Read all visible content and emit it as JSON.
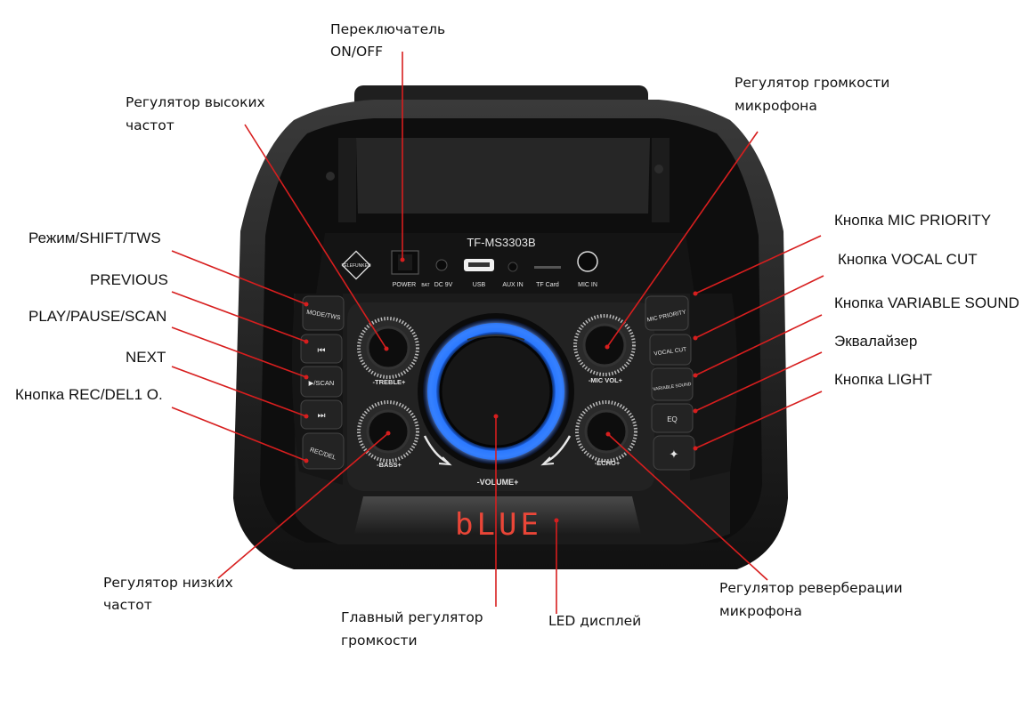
{
  "colors": {
    "leader": "#d71e1e",
    "ring": "#1e6cff",
    "led": "#ff3b3b",
    "body": "#1a1a1a"
  },
  "device": {
    "model": "TF-MS3303B",
    "brand_logo": "TELE FUN KEN",
    "top_panel": {
      "power": "POWER",
      "bat": "BAT",
      "dc": "DC 9V",
      "usb": "USB",
      "aux": "AUX IN",
      "tf": "TF Card",
      "mic_in": "MIC IN"
    },
    "left_buttons": [
      "MODE/TWS",
      "⏮",
      "▶/SCAN",
      "⏭",
      "REC/DEL"
    ],
    "right_buttons": [
      "MIC PRIORITY",
      "VOCAL CUT",
      "VARIABLE SOUND",
      "EQ",
      "✦"
    ],
    "knobs": {
      "treble": "-TREBLE+",
      "bass": "-BASS+",
      "mic_vol": "-MIC VOL+",
      "echo": "-ECHO+",
      "volume": "-VOLUME+"
    },
    "display_text": "bLUE"
  },
  "labels": {
    "power_switch": [
      "Переключатель",
      "ON/OFF"
    ],
    "treble": [
      "Регулятор высоких",
      "частот"
    ],
    "mic_volume": [
      "Регулятор громкости",
      "микрофона"
    ],
    "mode": "Режим/SHIFT/TWS",
    "previous": "PREVIOUS",
    "play_pause": "PLAY/PAUSE/SCAN",
    "next": "NEXT",
    "rec": "Кнопка REC/DEL1 O.",
    "mic_priority": "Кнопка MIC PRIORITY",
    "vocal_cut": "Кнопка VOCAL CUT",
    "variable_sound": "Кнопка VARIABLE SOUND",
    "equalizer": "Эквалайзер",
    "light": "Кнопка LIGHT",
    "bass": [
      "Регулятор низких",
      "частот"
    ],
    "main_volume": [
      "Главный регулятор",
      "громкости"
    ],
    "led_display": "LED дисплей",
    "echo": [
      "Регулятор реверберации",
      "микрофона"
    ]
  }
}
